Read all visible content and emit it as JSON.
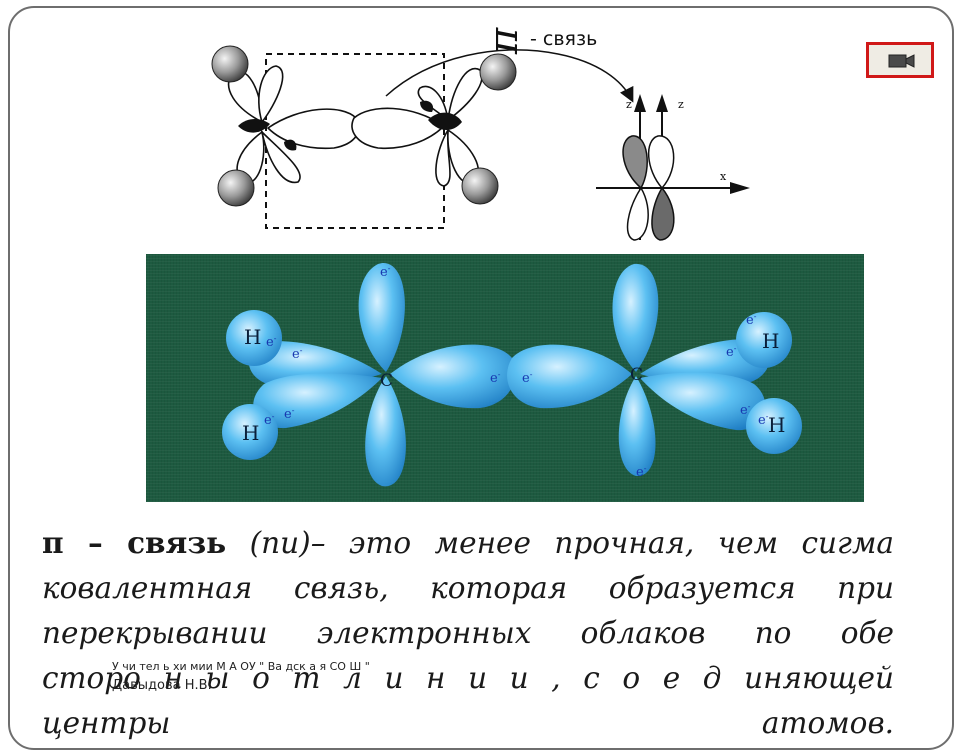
{
  "diagram": {
    "pi_symbol": "π",
    "bond_label": "- связь",
    "axis_z1": "z",
    "axis_z2": "z",
    "axis_x": "x"
  },
  "video_button": {
    "icon": "video-camera-icon",
    "color": "#d01818"
  },
  "model": {
    "background": "#1d5a40",
    "cloud_color": "#4fb4ee",
    "atoms": {
      "h1": "H",
      "h2": "H",
      "h3": "H",
      "h4": "H",
      "c1": "C",
      "c2": "C"
    },
    "electron": "e",
    "electron_sup": "-"
  },
  "text": {
    "lead": "π – связь",
    "paren": "(пи)",
    "line1_rest": "– это менее прочная, чем сигма",
    "line2": "ковалентная связь, которая образуется при",
    "line3": "перекрывании электронных облаков по обе",
    "line4": "сторо н ы о т л и н и и , с о е д иняющей",
    "line5": "центры атомов."
  },
  "footer": {
    "watermark": "У чи тел ь хи мии М А ОУ \" Ва дск а я СО Ш \"",
    "author": "Давыдова Н.В."
  }
}
